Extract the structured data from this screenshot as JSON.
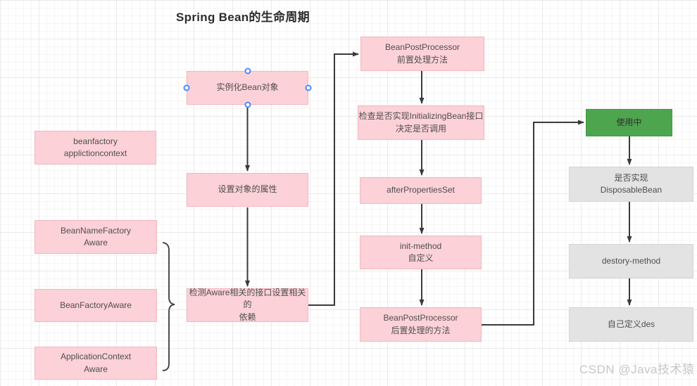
{
  "title": "Spring Bean的生命周期",
  "watermark": "CSDN @Java技术猿",
  "colors": {
    "pink_fill": "#fcd1d7",
    "pink_border": "#f3b6bf",
    "green_fill": "#4da64d",
    "green_border": "#459a45",
    "gray_fill": "#e3e3e3",
    "gray_border": "#d4d4d4",
    "connector": "#3a3a3a",
    "selection_handle": "#4a8cf7",
    "grid_minor": "#f5f5f5",
    "grid_major": "#e9e9e9"
  },
  "nodes": {
    "instantiate": {
      "label": "实例化Bean对象"
    },
    "beanfactory_ctx": {
      "label": "beanfactory\napplictioncontext"
    },
    "set_properties": {
      "label": "设置对象的属性"
    },
    "bean_name_factory_aware": {
      "label": "BeanNameFactory\nAware"
    },
    "bean_factory_aware": {
      "label": "BeanFactoryAware"
    },
    "application_context_aware": {
      "label": "ApplicationContext\nAware"
    },
    "detect_aware": {
      "label": "检测Aware相关的接口设置相关的\n依赖"
    },
    "bpp_before": {
      "label": "BeanPostProcessor\n前置处理方法"
    },
    "check_initializing": {
      "label": "检查是否实现InitializingBean接口\n决定是否调用"
    },
    "after_properties_set": {
      "label": "afterPropertiesSet"
    },
    "init_method": {
      "label": "init-method\n自定义"
    },
    "bpp_after": {
      "label": "BeanPostProcessor\n后置处理的方法"
    },
    "in_use": {
      "label": "使用中"
    },
    "disposable_bean": {
      "label": "是否实现\nDisposableBean"
    },
    "destroy_method": {
      "label": "destory-method"
    },
    "custom_destroy": {
      "label": "自己定义des"
    }
  }
}
